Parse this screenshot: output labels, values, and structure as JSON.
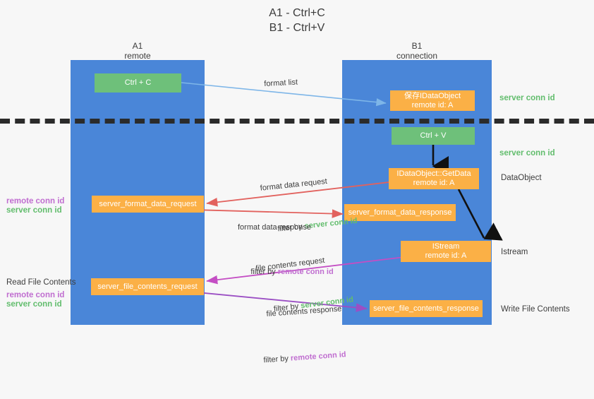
{
  "title": "A1 - Ctrl+C\nB1 - Ctrl+V",
  "columns": [
    {
      "name": "a1",
      "header": "A1\nremote"
    },
    {
      "name": "b1",
      "header": "B1\nconnection"
    }
  ],
  "boxes": {
    "ctrl_c": "Ctrl + C",
    "ctrl_v": "Ctrl + V",
    "save_dataobject": "保存IDataObject\nremote id: A",
    "getdata": "IDataObject::GetData\nremote id: A",
    "istream": "IStream\nremote id: A",
    "server_format_data_request": "server_format_data_request",
    "server_format_data_response": "server_format_data_response",
    "server_file_contents_request": "server_file_contents_request",
    "server_file_contents_response": "server_file_contents_response"
  },
  "right_labels": {
    "server_conn_id_top": "server conn id",
    "server_conn_id_mid": "server conn id",
    "dataobject": "DataObject",
    "istream": "Istream",
    "write_file_contents": "Write File Contents"
  },
  "left_labels": {
    "remote_conn_id_mid": "remote conn id",
    "server_conn_id_mid": "server conn id",
    "read_file_contents": "Read File Contents",
    "remote_conn_id_bottom": "remote conn id",
    "server_conn_id_bottom": "server conn id"
  },
  "annotations": {
    "format_list": "format list",
    "format_data_request": "format data request",
    "format_data_request_filter_prefix": "filter by ",
    "format_data_request_filter_value": "server conn id",
    "format_data_response": "format data response",
    "format_data_response_filter_prefix": "filter by ",
    "format_data_response_filter_value": "remote conn id",
    "file_contents_request": "file contents request",
    "file_contents_request_filter_prefix": "filter by ",
    "file_contents_request_filter_value": "server conn id",
    "file_contents_response": "file contents response",
    "file_contents_response_filter_prefix": "filter by ",
    "file_contents_response_filter_value": "remote conn id"
  },
  "colors": {
    "lane": "#4a86d8",
    "green_box": "#6ec07a",
    "orange_box": "#fbb046",
    "server_conn_id": "#62bd6d",
    "remote_conn_id": "#c06ed0",
    "blue_arrow": "#7eb6e8",
    "red_arrow": "#e2625e",
    "magenta_arrow": "#c44ec4",
    "purple_arrow": "#9b4fc4",
    "black_arrow": "#111111",
    "background": "#f7f7f7"
  }
}
